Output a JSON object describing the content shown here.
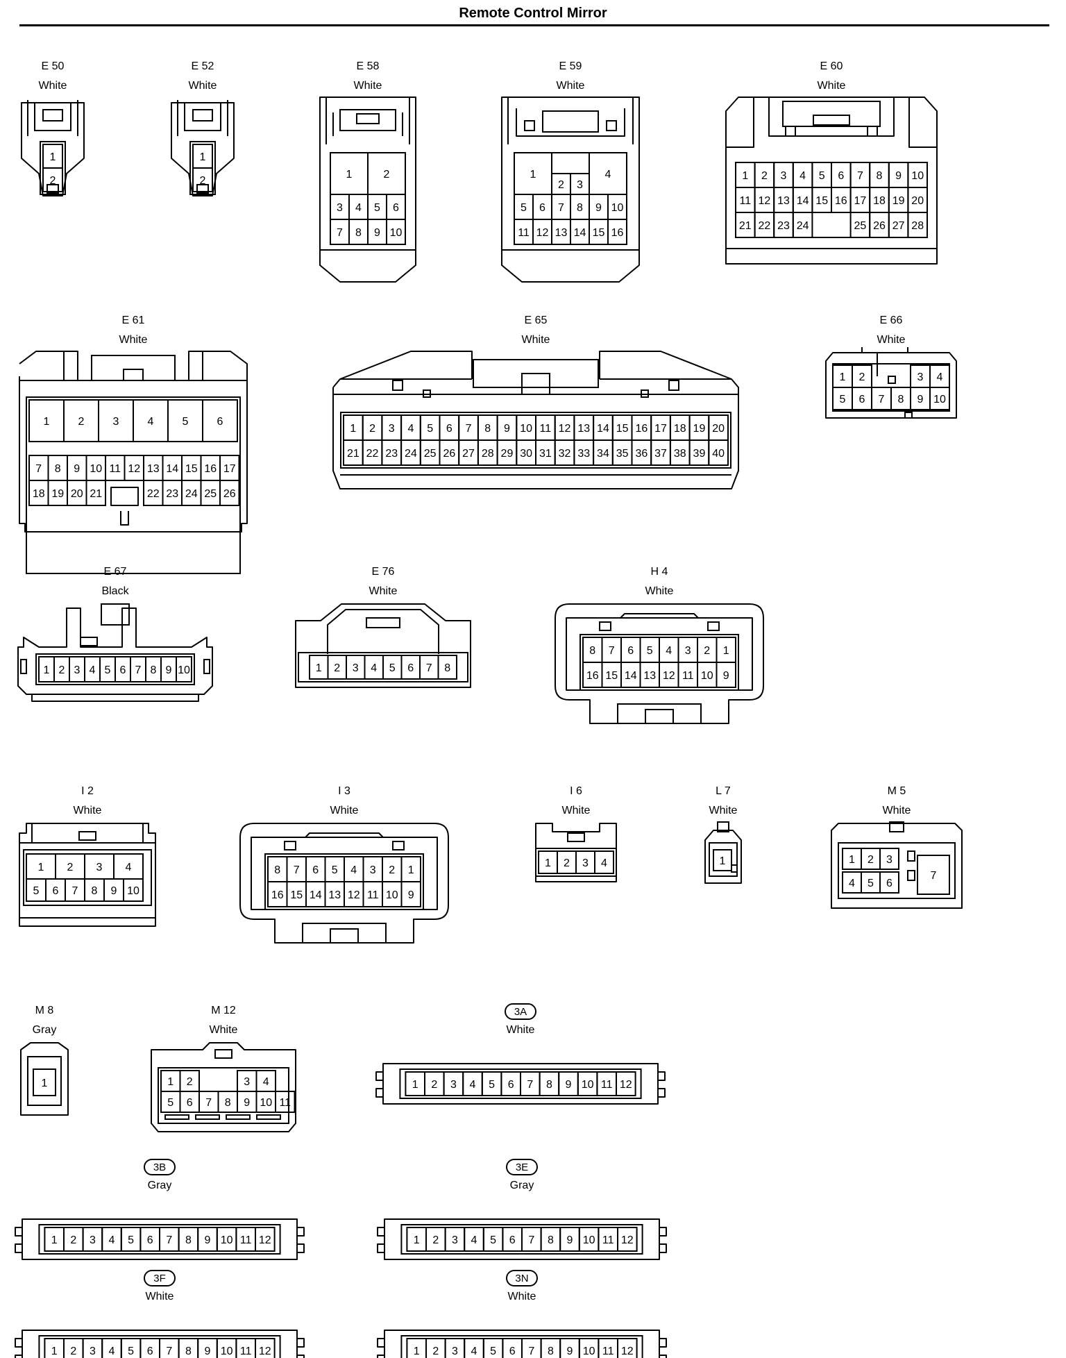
{
  "title": "Remote Control Mirror",
  "connectors": [
    {
      "id": "E 50",
      "color": "White",
      "kind": "e50",
      "pins": [
        "1",
        "2"
      ]
    },
    {
      "id": "E 52",
      "color": "White",
      "kind": "e50",
      "pins": [
        "1",
        "2"
      ]
    },
    {
      "id": "E 58",
      "color": "White",
      "kind": "e58",
      "pins": [
        "1",
        "2",
        "3",
        "4",
        "5",
        "6",
        "7",
        "8",
        "9",
        "10"
      ]
    },
    {
      "id": "E 59",
      "color": "White",
      "kind": "e59",
      "pins": [
        "1",
        "2",
        "3",
        "4",
        "5",
        "6",
        "7",
        "8",
        "9",
        "10",
        "11",
        "12",
        "13",
        "14",
        "15",
        "16"
      ]
    },
    {
      "id": "E 60",
      "color": "White",
      "kind": "e60",
      "pins": [
        "1",
        "2",
        "3",
        "4",
        "5",
        "6",
        "7",
        "8",
        "9",
        "10",
        "11",
        "12",
        "13",
        "14",
        "15",
        "16",
        "17",
        "18",
        "19",
        "20",
        "21",
        "22",
        "23",
        "24",
        "25",
        "26",
        "27",
        "28"
      ]
    },
    {
      "id": "E 61",
      "color": "White",
      "kind": "e61",
      "pins": [
        "1",
        "2",
        "3",
        "4",
        "5",
        "6",
        "7",
        "8",
        "9",
        "10",
        "11",
        "12",
        "13",
        "14",
        "15",
        "16",
        "17",
        "18",
        "19",
        "20",
        "21",
        "22",
        "23",
        "24",
        "25",
        "26"
      ]
    },
    {
      "id": "E 65",
      "color": "White",
      "kind": "e65",
      "pins": [
        "1",
        "2",
        "3",
        "4",
        "5",
        "6",
        "7",
        "8",
        "9",
        "10",
        "11",
        "12",
        "13",
        "14",
        "15",
        "16",
        "17",
        "18",
        "19",
        "20",
        "21",
        "22",
        "23",
        "24",
        "25",
        "26",
        "27",
        "28",
        "29",
        "30",
        "31",
        "32",
        "33",
        "34",
        "35",
        "36",
        "37",
        "38",
        "39",
        "40"
      ]
    },
    {
      "id": "E 66",
      "color": "White",
      "kind": "e66",
      "pins": [
        "1",
        "2",
        "3",
        "4",
        "5",
        "6",
        "7",
        "8",
        "9",
        "10"
      ]
    },
    {
      "id": "E 67",
      "color": "Black",
      "kind": "e67",
      "pins": [
        "1",
        "2",
        "3",
        "4",
        "5",
        "6",
        "7",
        "8",
        "9",
        "10"
      ]
    },
    {
      "id": "E 76",
      "color": "White",
      "kind": "e76",
      "pins": [
        "1",
        "2",
        "3",
        "4",
        "5",
        "6",
        "7",
        "8"
      ]
    },
    {
      "id": "H 4",
      "color": "White",
      "kind": "h4",
      "pins": [
        "8",
        "7",
        "6",
        "5",
        "4",
        "3",
        "2",
        "1",
        "16",
        "15",
        "14",
        "13",
        "12",
        "11",
        "10",
        "9"
      ]
    },
    {
      "id": "I 2",
      "color": "White",
      "kind": "i2",
      "pins": [
        "1",
        "2",
        "3",
        "4",
        "5",
        "6",
        "7",
        "8",
        "9",
        "10"
      ]
    },
    {
      "id": "I 3",
      "color": "White",
      "kind": "h4",
      "pins": [
        "8",
        "7",
        "6",
        "5",
        "4",
        "3",
        "2",
        "1",
        "16",
        "15",
        "14",
        "13",
        "12",
        "11",
        "10",
        "9"
      ]
    },
    {
      "id": "I 6",
      "color": "White",
      "kind": "i6",
      "pins": [
        "1",
        "2",
        "3",
        "4"
      ]
    },
    {
      "id": "L 7",
      "color": "White",
      "kind": "l7",
      "pins": [
        "1"
      ]
    },
    {
      "id": "M 5",
      "color": "White",
      "kind": "m5",
      "pins": [
        "1",
        "2",
        "3",
        "4",
        "5",
        "6",
        "7"
      ]
    },
    {
      "id": "M 8",
      "color": "Gray",
      "kind": "m8",
      "pins": [
        "1"
      ]
    },
    {
      "id": "M 12",
      "color": "White",
      "kind": "m12",
      "pins": [
        "1",
        "2",
        "3",
        "4",
        "5",
        "6",
        "7",
        "8",
        "9",
        "10",
        "11"
      ]
    },
    {
      "id": "3A",
      "color": "White",
      "kind": "jb",
      "pins": [
        "1",
        "2",
        "3",
        "4",
        "5",
        "6",
        "7",
        "8",
        "9",
        "10",
        "11",
        "12"
      ]
    },
    {
      "id": "3B",
      "color": "Gray",
      "kind": "jb",
      "pins": [
        "1",
        "2",
        "3",
        "4",
        "5",
        "6",
        "7",
        "8",
        "9",
        "10",
        "11",
        "12"
      ]
    },
    {
      "id": "3E",
      "color": "Gray",
      "kind": "jb",
      "pins": [
        "1",
        "2",
        "3",
        "4",
        "5",
        "6",
        "7",
        "8",
        "9",
        "10",
        "11",
        "12"
      ]
    },
    {
      "id": "3F",
      "color": "White",
      "kind": "jb",
      "pins": [
        "1",
        "2",
        "3",
        "4",
        "5",
        "6",
        "7",
        "8",
        "9",
        "10",
        "11",
        "12"
      ]
    },
    {
      "id": "3N",
      "color": "White",
      "kind": "jb",
      "pins": [
        "1",
        "2",
        "3",
        "4",
        "5",
        "6",
        "7",
        "8",
        "9",
        "10",
        "11",
        "12"
      ]
    }
  ]
}
